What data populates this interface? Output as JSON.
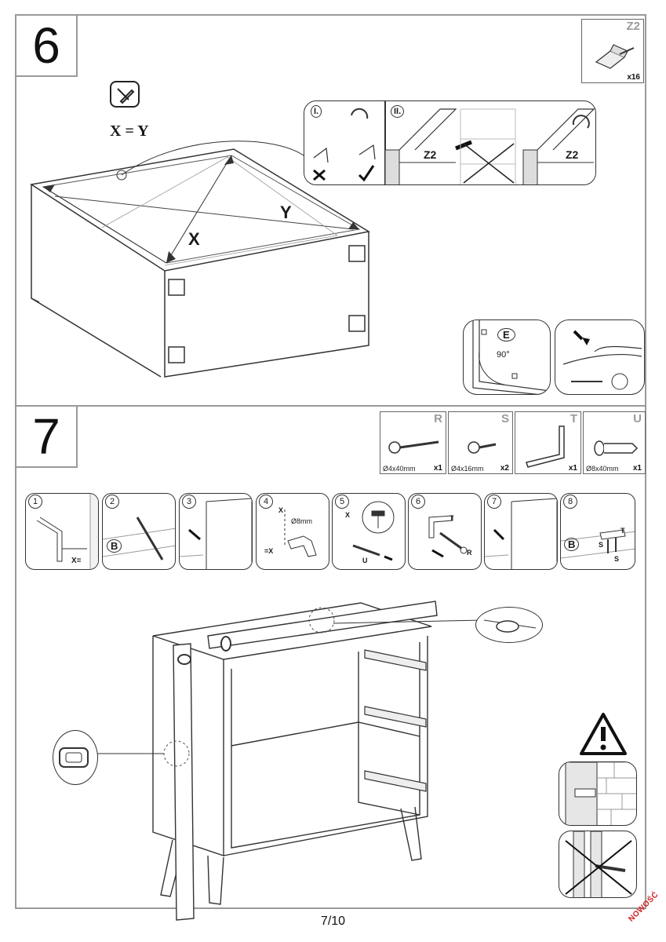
{
  "page": {
    "number": "7/10",
    "badge": "NOWOŚĆ"
  },
  "step6": {
    "number": "6",
    "formula": "X = Y",
    "diag_x": "X",
    "diag_y": "Y",
    "parts": {
      "code": "Z2",
      "qty": "x16"
    },
    "detail": {
      "i": "I.",
      "ii": "II.",
      "z2a": "Z2",
      "z2b": "Z2"
    },
    "corner": {
      "e": "E",
      "angle": "90°"
    }
  },
  "step7": {
    "number": "7",
    "parts": [
      {
        "code": "R",
        "dim": "Ø4x40mm",
        "qty": "x1"
      },
      {
        "code": "S",
        "dim": "Ø4x16mm",
        "qty": "x2"
      },
      {
        "code": "T",
        "dim": "",
        "qty": "x1"
      },
      {
        "code": "U",
        "dim": "Ø8x40mm",
        "qty": "x1"
      }
    ],
    "substeps": [
      {
        "n": "1",
        "text": "X="
      },
      {
        "n": "2",
        "text": "B"
      },
      {
        "n": "3",
        "text": ""
      },
      {
        "n": "4",
        "x1": "X",
        "x2": "=X",
        "drill": "Ø8mm"
      },
      {
        "n": "5",
        "x": "X",
        "u": "U"
      },
      {
        "n": "6",
        "t": "T",
        "r": "R"
      },
      {
        "n": "7",
        "text": ""
      },
      {
        "n": "8",
        "b": "B",
        "t": "T",
        "s1": "S",
        "s2": "S"
      }
    ]
  }
}
